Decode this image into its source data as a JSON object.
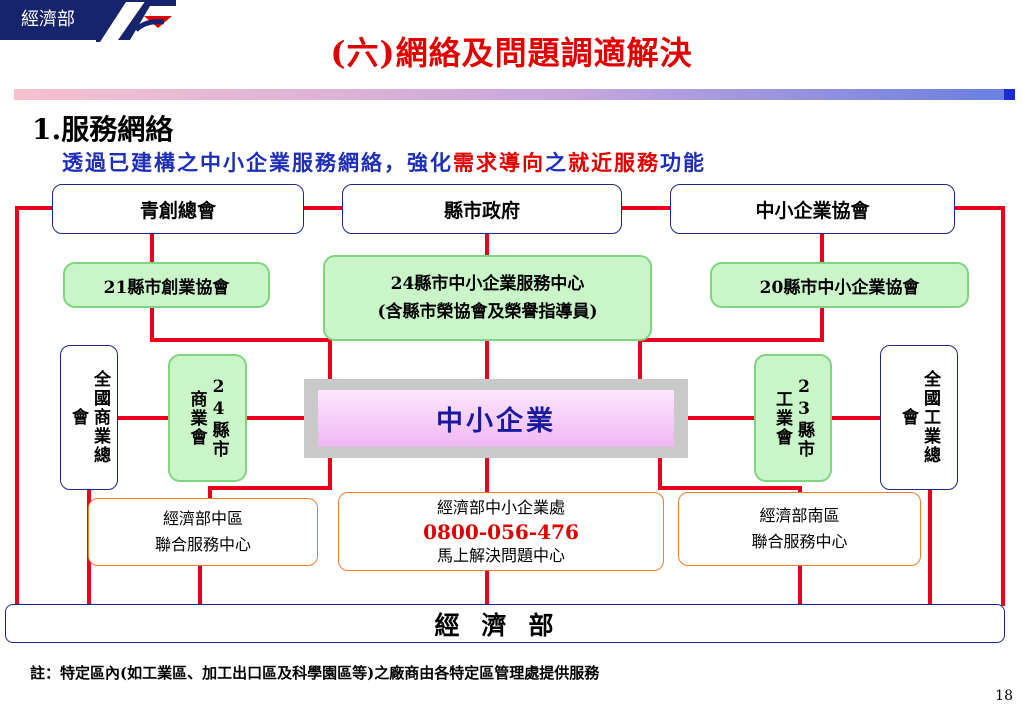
{
  "header": {
    "logo_text": "經濟部",
    "title": "(六)網絡及問題調適解決"
  },
  "section": {
    "heading": "1.服務網絡",
    "subtitle_part1": "透過已建構之中小企業服務網絡，強化",
    "subtitle_red1": "需求導向",
    "subtitle_part2": "之",
    "subtitle_red2": "就近服務",
    "subtitle_part3": "功能"
  },
  "diagram": {
    "top_boxes": [
      "青創總會",
      "縣市政府",
      "中小企業協會"
    ],
    "green_left": "21縣市創業協會",
    "green_center_line1": "24縣市中小企業服務中心",
    "green_center_line2": "(含縣市榮協會及榮譽指導員)",
    "green_right": "20縣市中小企業協會",
    "side_left_outer": "全國商業總會",
    "side_left_inner": "24縣市商業會",
    "side_right_inner": "23縣市工業會",
    "side_right_outer": "全國工業總會",
    "core": "中小企業",
    "bottom_left_line1": "經濟部中區",
    "bottom_left_line2": "聯合服務中心",
    "bottom_center_line1": "經濟部中小企業處",
    "bottom_center_phone": "0800-056-476",
    "bottom_center_line3": "馬上解決問題中心",
    "bottom_right_line1": "經濟部南區",
    "bottom_right_line2": "聯合服務中心",
    "ministry": "經濟部"
  },
  "footer": {
    "note": "註：特定區內(如工業區、加工出口區及科學園區等)之廠商由各特定區管理處提供服務",
    "page_number": "18"
  },
  "colors": {
    "title_red": "#e00000",
    "line_red": "#e8001c",
    "brand_navy": "#16236d",
    "subtitle_blue": "#1f2fb5",
    "green_fill": "#c9f5c9",
    "orange_border": "#ee7d2b"
  }
}
